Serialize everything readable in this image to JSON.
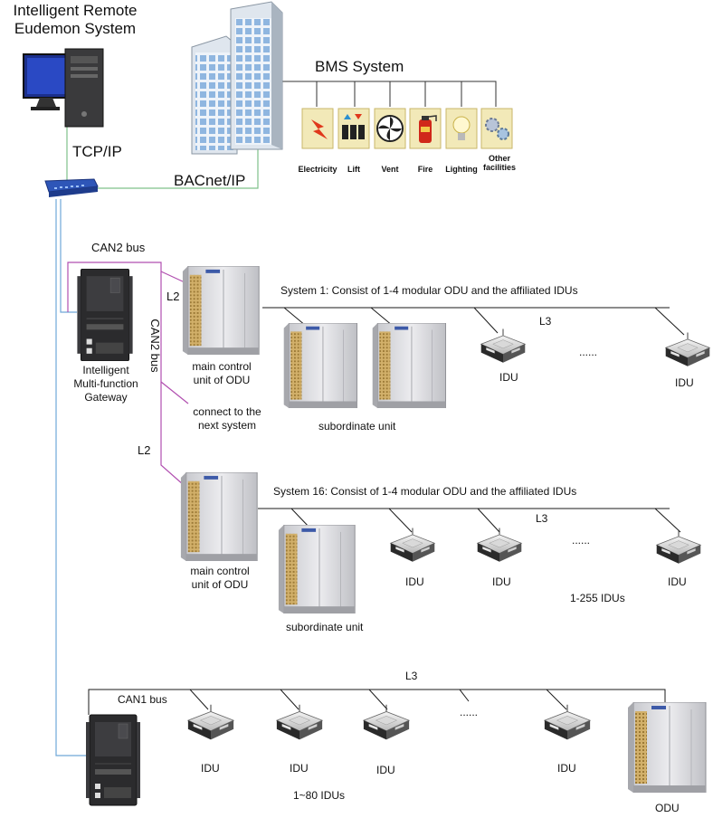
{
  "title": {
    "line1": "Intelligent Remote",
    "line2": "Eudemon System"
  },
  "network": {
    "tcpip": "TCP/IP",
    "bacnet": "BACnet/IP"
  },
  "bms": {
    "title": "BMS  System",
    "facilities": [
      {
        "label": "Electricity",
        "icon": "lightning-icon"
      },
      {
        "label": "Lift",
        "icon": "lift-icon"
      },
      {
        "label": "Vent",
        "icon": "fan-icon"
      },
      {
        "label": "Fire",
        "icon": "fire-extinguisher-icon"
      },
      {
        "label": "Lighting",
        "icon": "light-bulb-icon"
      },
      {
        "label": "Other facilities",
        "label_line1": "Other",
        "label_line2": "facilities",
        "icon": "gears-icon"
      }
    ]
  },
  "gateway": {
    "can2_bus": "CAN2 bus",
    "can2_bus_vertical": "CAN2 bus",
    "line1": "Intelligent",
    "line2": "Multi-function",
    "line3": "Gateway",
    "l2_upper": "L2",
    "l2_lower": "L2",
    "next_line1": "connect to the",
    "next_line2": "next system"
  },
  "system1": {
    "title": "System 1:  Consist of 1-4 modular ODU and the affiliated IDUs",
    "main_line1": "main control",
    "main_line2": "unit of ODU",
    "subordinate": "subordinate unit",
    "l3": "L3",
    "idu_left": "IDU",
    "idu_right": "IDU",
    "dots": "......"
  },
  "system16": {
    "title": "System 16:  Consist of 1-4 modular ODU and the affiliated IDUs",
    "main_line1": "main control",
    "main_line2": "unit of ODU",
    "subordinate": "subordinate unit",
    "l3": "L3",
    "idu1": "IDU",
    "idu2": "IDU",
    "idu3": "IDU",
    "dots": "......",
    "count": "1-255 IDUs"
  },
  "can1": {
    "bus": "CAN1 bus",
    "l3": "L3",
    "idu1": "IDU",
    "idu2": "IDU",
    "idu3": "IDU",
    "idu4": "IDU",
    "dots": "......",
    "count": "1~80 IDUs",
    "odu": "ODU"
  },
  "colors": {
    "can_bus_line": "#b14fb0",
    "bacnet_line": "#7fc08a",
    "network_line": "#6fa8d8",
    "signal_line": "#1a1a1a",
    "building_glass": "#a9c9ea",
    "odu_body": "#d9dade",
    "odu_grille": "#c9a45a"
  }
}
